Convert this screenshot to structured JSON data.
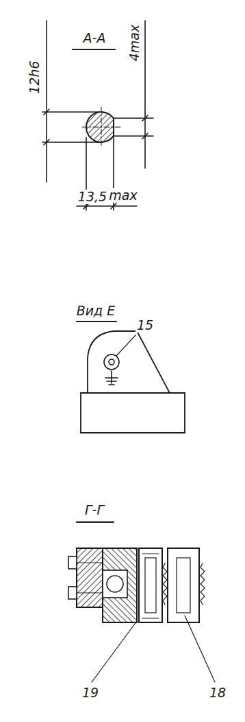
{
  "diagram": {
    "labels": [
      "А-А",
      "12h6",
      "4max",
      "13,5",
      "max",
      "Вид Е",
      "15",
      "Г-Г",
      "19",
      "18"
    ]
  }
}
